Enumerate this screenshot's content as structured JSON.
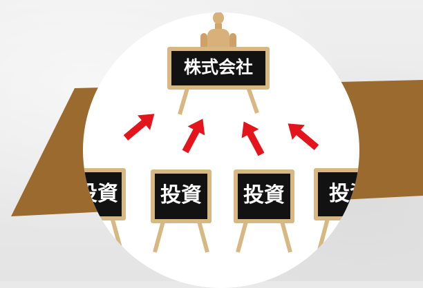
{
  "top_sign": {
    "label": "株式会社"
  },
  "invest_signs": [
    {
      "label": "投資"
    },
    {
      "label": "投資"
    },
    {
      "label": "投資"
    },
    {
      "label": "投資"
    }
  ],
  "colors": {
    "banner": "#9a6a2e",
    "board": "#121212",
    "frame": "#d8b882",
    "arrow": "#e3141b",
    "circle": "#ffffff"
  }
}
